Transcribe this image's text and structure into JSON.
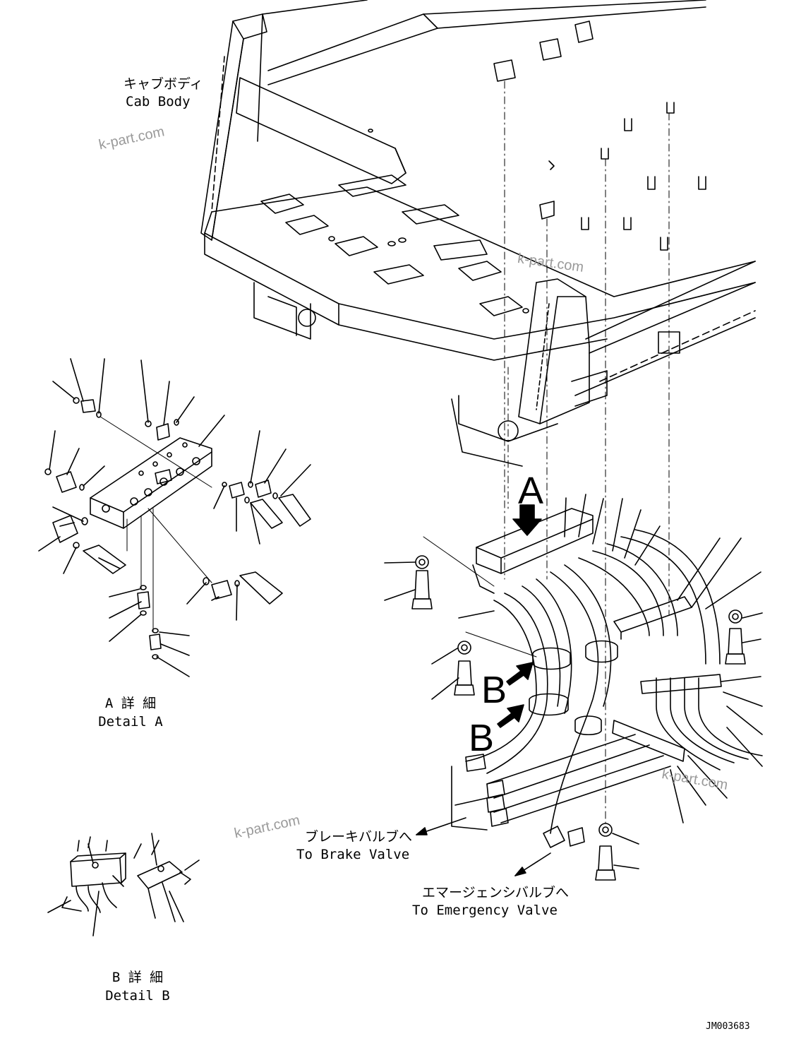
{
  "labels": {
    "cab_body_jp": "キャブボディ",
    "cab_body_en": "Cab Body",
    "detail_a_jp": "A 詳 細",
    "detail_a_en": "Detail A",
    "detail_b_jp": "B 詳 細",
    "detail_b_en": "Detail B",
    "brake_jp": "ブレーキバルブへ",
    "brake_en": "To Brake Valve",
    "emergency_jp": "エマージェンシバルブへ",
    "emergency_en": "To Emergency Valve",
    "view_a": "A",
    "view_b1": "B",
    "view_b2": "B",
    "drawing_code": "JM003683"
  },
  "watermarks": [
    "k-part.com",
    "k-part.com",
    "k-part.com",
    "k-part.com"
  ]
}
